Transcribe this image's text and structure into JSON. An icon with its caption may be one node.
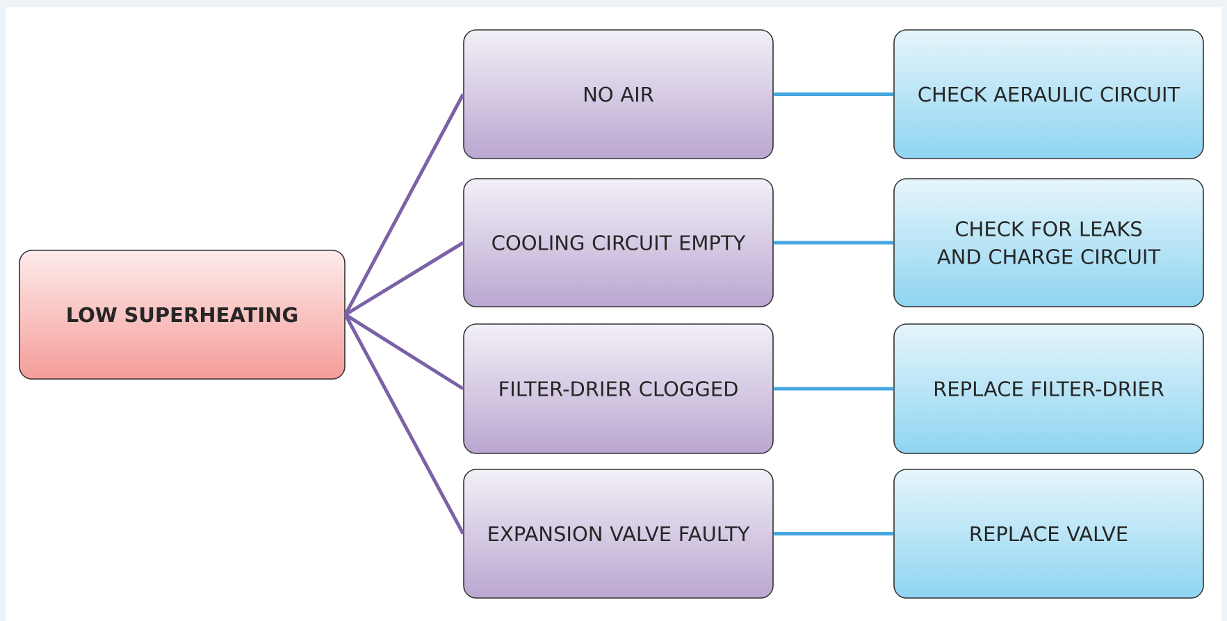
{
  "diagram": {
    "nodes": [
      {
        "text": [
          "LOW SUPERHEATING"
        ]
      },
      {
        "text": [
          "NO AIR"
        ]
      },
      {
        "text": [
          "CHECK AERAULIC CIRCUIT"
        ]
      },
      {
        "text": [
          "COOLING CIRCUIT EMPTY"
        ]
      },
      {
        "text": [
          "CHECK FOR LEAKS AND CHARGE CIRCUIT"
        ]
      },
      {
        "text": [
          "FILTER-DRIER CLOGGED"
        ]
      },
      {
        "text": [
          "REPLACE FILTER-DRIER"
        ]
      },
      {
        "text": [
          "EXPANSION VALVE FAULTY"
        ]
      },
      {
        "text": [
          "REPLACE VALVE"
        ]
      }
    ],
    "edges": [
      {
        "from": 0,
        "to": 1,
        "arrow": "none",
        "color": "#7b62a6"
      },
      {
        "from": 0,
        "to": 3,
        "arrow": "none",
        "color": "#7b62a6"
      },
      {
        "from": 0,
        "to": 5,
        "arrow": "none",
        "color": "#7b62a6"
      },
      {
        "from": 0,
        "to": 7,
        "arrow": "none",
        "color": "#7b62a6"
      },
      {
        "from": 1,
        "to": 2,
        "arrow": "none",
        "color": "#45a6e0"
      },
      {
        "from": 3,
        "to": 4,
        "arrow": "none",
        "color": "#45a6e0"
      },
      {
        "from": 5,
        "to": 6,
        "arrow": "none",
        "color": "#45a6e0"
      },
      {
        "from": 7,
        "to": 8,
        "arrow": "none",
        "color": "#45a6e0"
      }
    ]
  }
}
